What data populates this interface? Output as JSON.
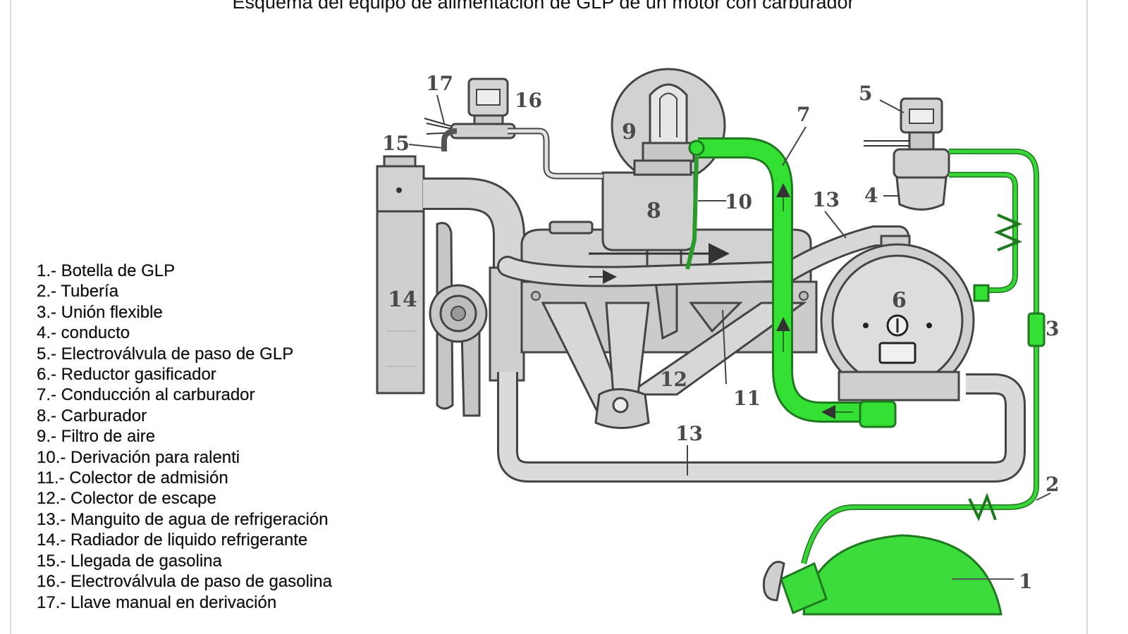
{
  "title": "Esquema del equipo de alimentación de GLP de un motor con carburador",
  "legend": [
    "1.- Botella de GLP",
    "2.- Tubería",
    "3.- Unión flexible",
    "4.- conducto",
    "5.- Electroválvula de paso de GLP",
    "6.- Reductor gasificador",
    "7.- Conducción al carburador",
    "8.- Carburador",
    "9.- Filtro de aire",
    "10.- Derivación para ralenti",
    "11.- Colector de admisión",
    "12.- Colector de escape",
    "13.- Manguito de agua de refrigeración",
    "14.- Radiador de liquido refrigerante",
    "15.- Llegada de gasolina",
    "16.- Electroválvula de paso de gasolina",
    "17.- Llave manual en derivación"
  ],
  "callouts": {
    "n1": "1",
    "n2": "2",
    "n3": "3",
    "n4": "4",
    "n5": "5",
    "n6": "6",
    "n7": "7",
    "n8": "8",
    "n9": "9",
    "n10": "10",
    "n11": "11",
    "n12": "12",
    "n13a": "13",
    "n13b": "13",
    "n14": "14",
    "n15": "15",
    "n16": "16",
    "n17": "17"
  },
  "colors": {
    "gas_line": "#33c433",
    "gas_line_dark": "#1f7a1f",
    "tank_fill": "#3ddc3d",
    "component_fill": "#d4d4d4",
    "outline": "#444444"
  }
}
